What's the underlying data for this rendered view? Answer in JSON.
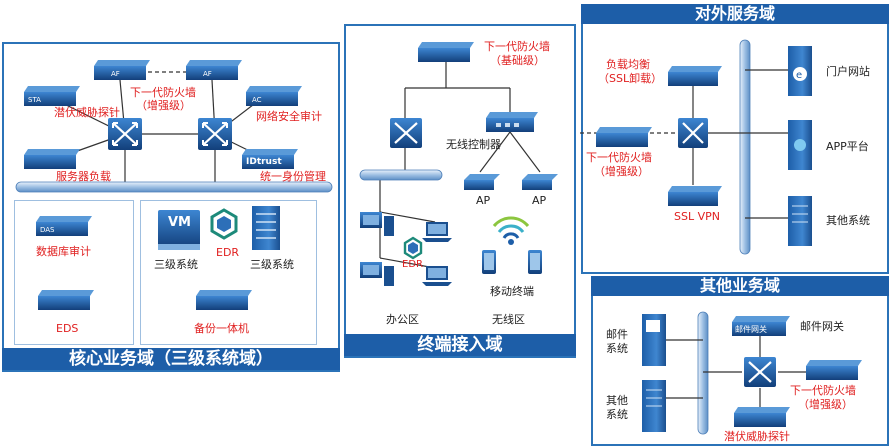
{
  "colors": {
    "accent": "#1d5ea8",
    "label_red": "#e02020",
    "device_blue": "#1d5ea8",
    "line_gray": "#333333"
  },
  "core_zone": {
    "title": "核心业务域（三级系统域）",
    "ngfw_label": "下一代防火墙",
    "ngfw_sub": "（增强级）",
    "apt_label": "潜伏威胁探针",
    "audit_label": "网络安全审计",
    "lb_label": "服务器负载",
    "idm_label": "统一身份管理",
    "dbaudit_label": "数据库审计",
    "vm_text": "VM",
    "edr_label": "EDR",
    "sys1_label": "三级系统",
    "sys2_label": "三级系统",
    "eds_label": "EDS",
    "backup_label": "备份一体机",
    "idtrust_text": "IDtrust",
    "ac_text": "AC",
    "sta_text": "STA",
    "das_text": "DAS",
    "af_text": "AF"
  },
  "terminal_zone": {
    "title": "终端接入域",
    "ngfw_label": "下一代防火墙",
    "ngfw_sub": "（基础级）",
    "wlc_label": "无线控制器",
    "ap1_label": "AP",
    "ap2_label": "AP",
    "edr_label": "EDR",
    "mobile_label": "移动终端",
    "office_label": "办公区",
    "wireless_label": "无线区"
  },
  "external_zone": {
    "title": "对外服务域",
    "lb_label": "负载均衡",
    "lb_sub": "（SSL卸载）",
    "ngfw_label": "下一代防火墙",
    "ngfw_sub": "（增强级）",
    "sslvpn_label": "SSL VPN",
    "portal_label": "门户网站",
    "app_label": "APP平台",
    "other_label": "其他系统"
  },
  "other_zone": {
    "title": "其他业务域",
    "mail_label_1": "邮件",
    "mail_label_2": "系统",
    "other_label_1": "其他",
    "other_label_2": "系统",
    "mailgw_label": "邮件网关",
    "mailgw_text": "邮件网关",
    "ngfw_label": "下一代防火墙",
    "ngfw_sub": "（增强级）",
    "apt_label": "潜伏威胁探针"
  }
}
